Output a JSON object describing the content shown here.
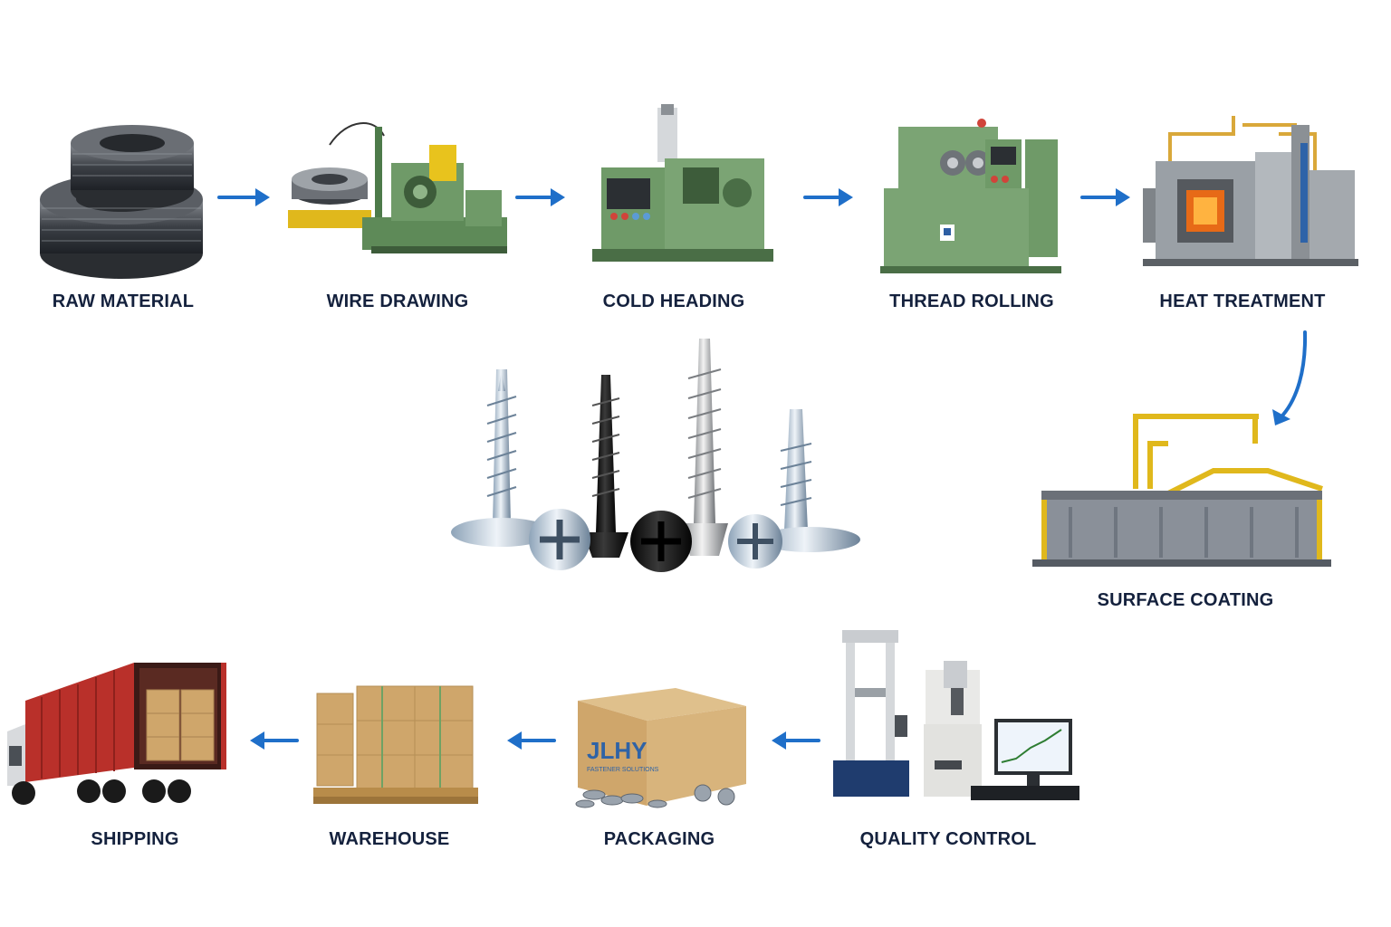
{
  "stages": {
    "raw_material": "RAW MATERIAL",
    "wire_drawing": "WIRE DRAWING",
    "cold_heading": "COLD HEADING",
    "thread_rolling": "THREAD ROLLING",
    "heat_treatment": "HEAT TREATMENT",
    "surface_coating": "SURFACE COATING",
    "quality_control": "QUALITY CONTROL",
    "packaging": "PACKAGING",
    "warehouse": "WAREHOUSE",
    "shipping": "SHIPPING"
  },
  "box_brand": "JLHY",
  "box_tagline": "FASTENER SOLUTIONS",
  "colors": {
    "arrow": "#1f6fc9",
    "label": "#14213d",
    "machine_green": "#6f9a68",
    "container_red": "#b9302a"
  }
}
